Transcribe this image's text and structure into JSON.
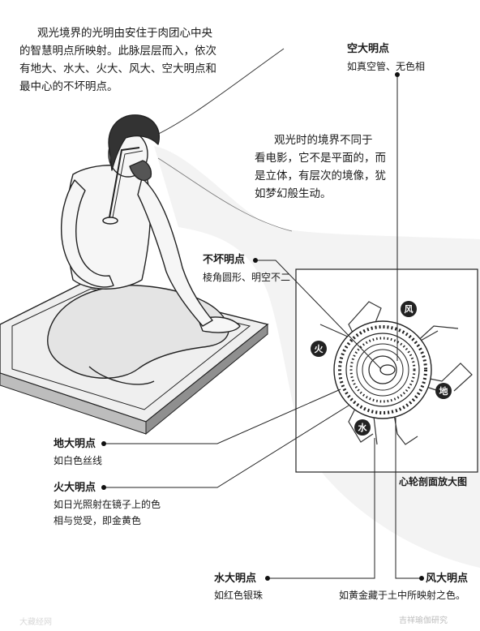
{
  "intro": {
    "line1": "观光境界的光明由安住于肉团心中央",
    "line2": "的智慧明点所映射。此脉层层而入，依次",
    "line3": "有地大、水大、火大、风大、空大明点和",
    "line4": "最中心的不坏明点。"
  },
  "view_note": {
    "line1": "观光时的境界不同于",
    "line2": "看电影，它不是平面的，而",
    "line3": "是立体，有层次的境像，犹",
    "line4": "如梦幻般生动。"
  },
  "labels": {
    "space": {
      "title": "空大明点",
      "desc": "如真空管、无色相"
    },
    "indestructible": {
      "title": "不坏明点",
      "desc": "棱角圆形、明空不二"
    },
    "earth": {
      "title": "地大明点",
      "desc": "如白色丝线"
    },
    "fire": {
      "title": "火大明点",
      "desc1": "如日光照射在镜子上的色",
      "desc2": "相与觉受，即金黄色"
    },
    "water": {
      "title": "水大明点",
      "desc": "如红色银珠"
    },
    "wind": {
      "title": "风大明点",
      "desc": "如黄金藏于土中所映射之色。"
    }
  },
  "diagram": {
    "caption": "心轮剖面放大图",
    "elements": {
      "wind": "风",
      "fire": "火",
      "earth": "地",
      "water": "水"
    }
  },
  "watermarks": {
    "left": "大藏经网",
    "right": "吉祥瑜伽研究"
  }
}
